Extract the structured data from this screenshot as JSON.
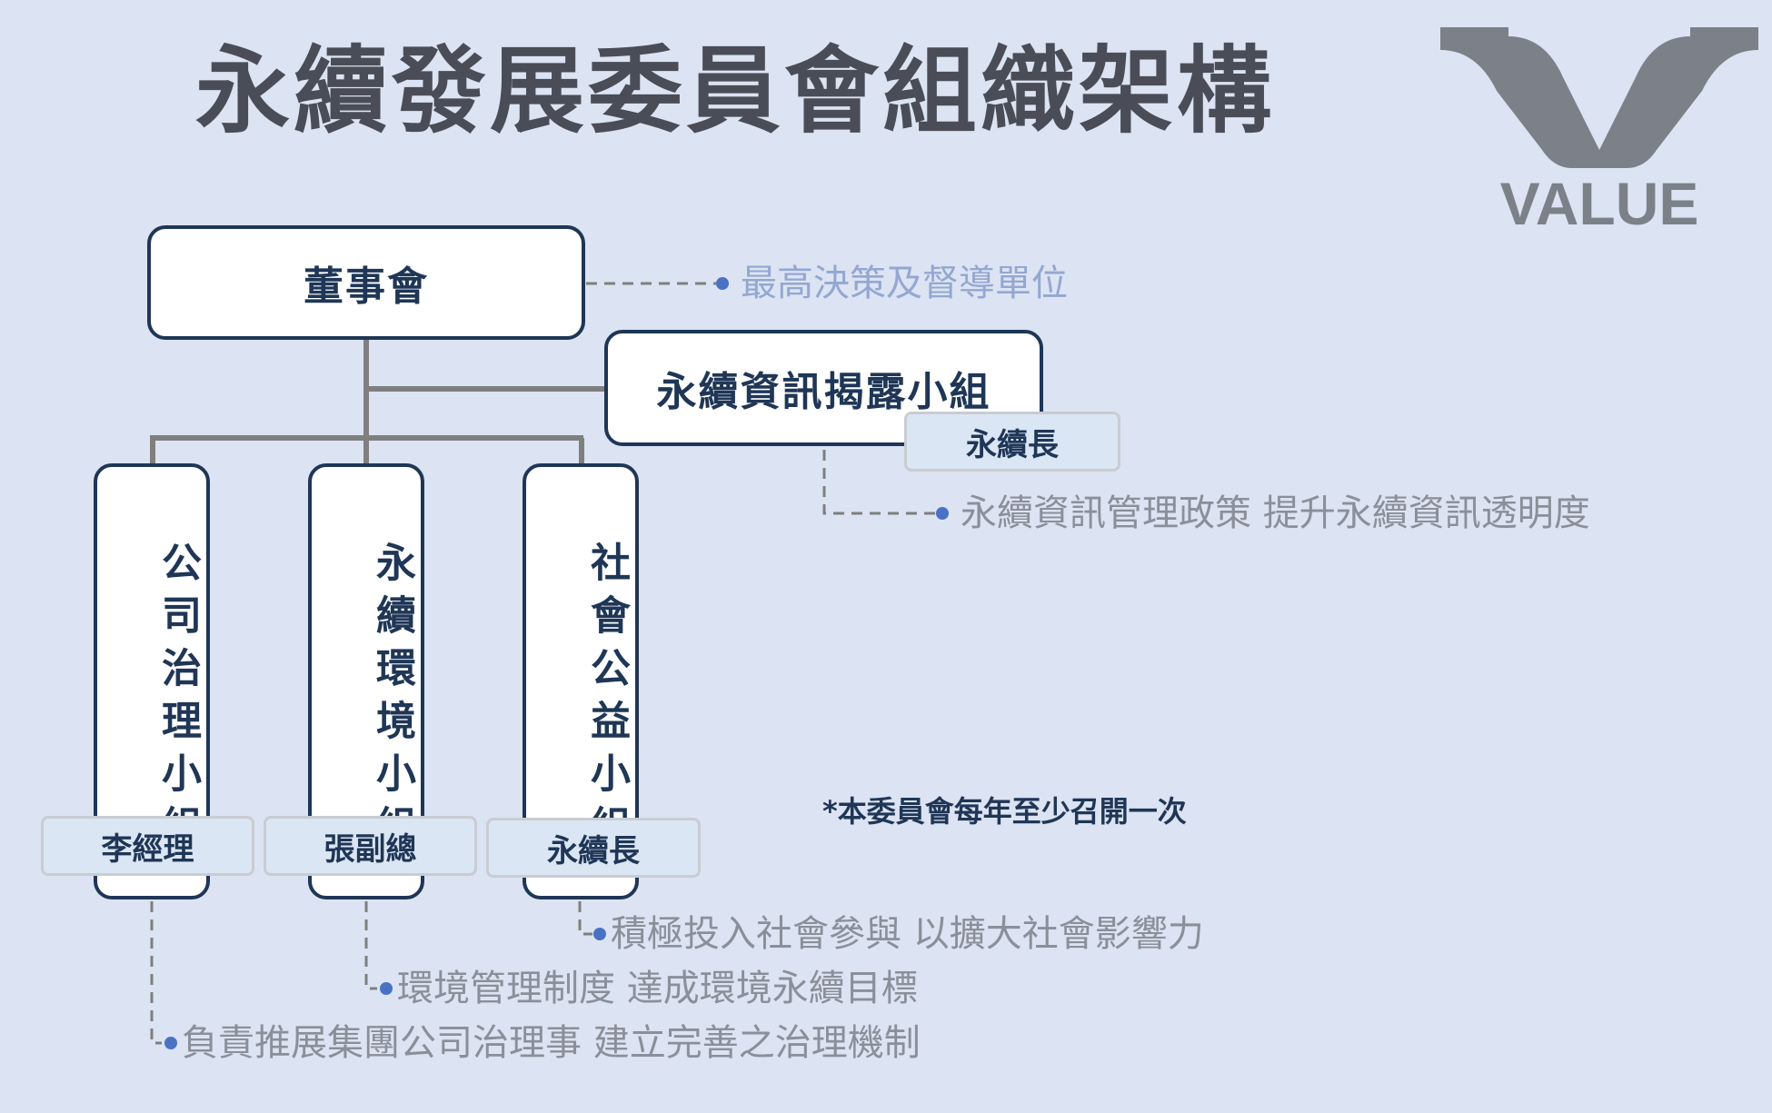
{
  "title": "永續發展委員會組織架構",
  "logo": {
    "text": "VALUE",
    "icon": "v-logo-icon",
    "color": "#7c8089"
  },
  "colors": {
    "background": "#dce3f2",
    "box_border": "#1f3656",
    "connector": "#7f7f7f",
    "dot": "#4a72c4"
  },
  "board": {
    "label": "董事會",
    "note": "最高決策及督導單位"
  },
  "disclosure_group": {
    "label": "永續資訊揭露小組",
    "leader": "永續長",
    "note": "永續資訊管理政策 提升永續資訊透明度"
  },
  "groups": [
    {
      "label": "公司治理小組",
      "leader": "李經理",
      "note": "負責推展集團公司治理事 建立完善之治理機制"
    },
    {
      "label": "永續環境小組",
      "leader": "張副總",
      "note": "環境管理制度 達成環境永續目標"
    },
    {
      "label": "社會公益小組",
      "leader": "永續長",
      "note": "積極投入社會參與 以擴大社會影響力"
    }
  ],
  "meeting_note": "*本委員會每年至少召開一次"
}
